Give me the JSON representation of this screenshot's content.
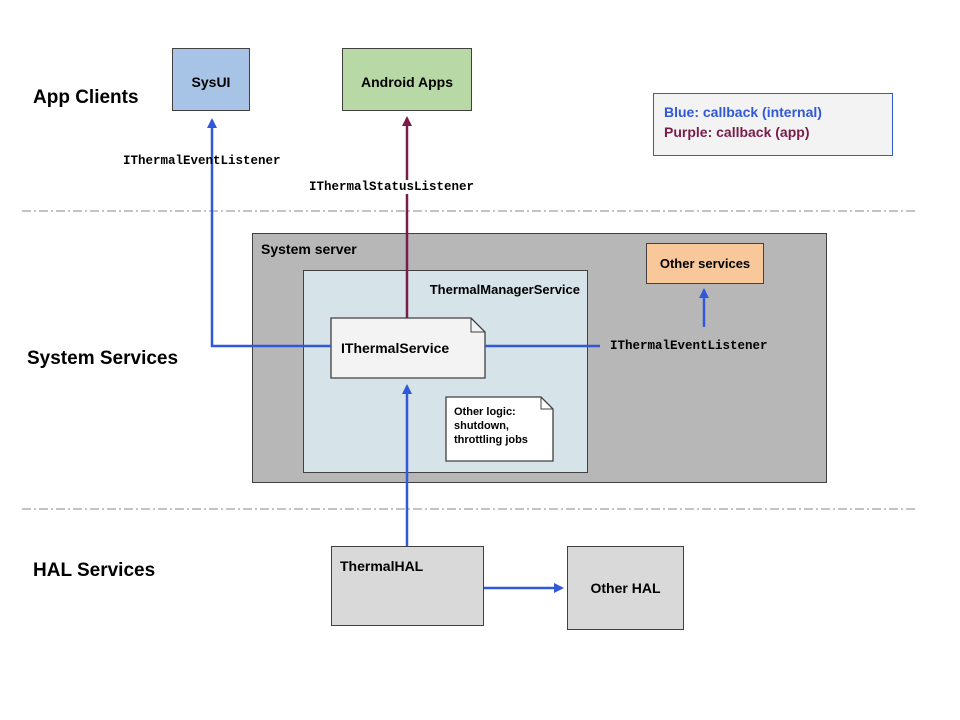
{
  "layers": {
    "app_clients": "App Clients",
    "system_services": "System Services",
    "hal_services": "HAL Services"
  },
  "boxes": {
    "sysui": "SysUI",
    "android_apps": "Android Apps",
    "system_server": "System server",
    "thermal_manager_service": "ThermalManagerService",
    "ithermal_service": "IThermalService",
    "other_logic": "Other logic: shutdown, throttling jobs",
    "other_services": "Other services",
    "thermal_hal": "ThermalHAL",
    "other_hal": "Other HAL"
  },
  "labels": {
    "event_listener_top": "IThermalEventListener",
    "status_listener": "IThermalStatusListener",
    "event_listener_right": "IThermalEventListener"
  },
  "legend": {
    "blue": "Blue: callback (internal)",
    "purple": "Purple: callback (app)"
  },
  "colors": {
    "blue": "#3058d8",
    "purple": "#7a1c4a",
    "sysui_fill": "#a7c4e6",
    "apps_fill": "#b8d9a6",
    "other_services_fill": "#f8c79a",
    "system_server_fill": "#b7b7b7",
    "tms_fill": "#d6e3e8"
  }
}
